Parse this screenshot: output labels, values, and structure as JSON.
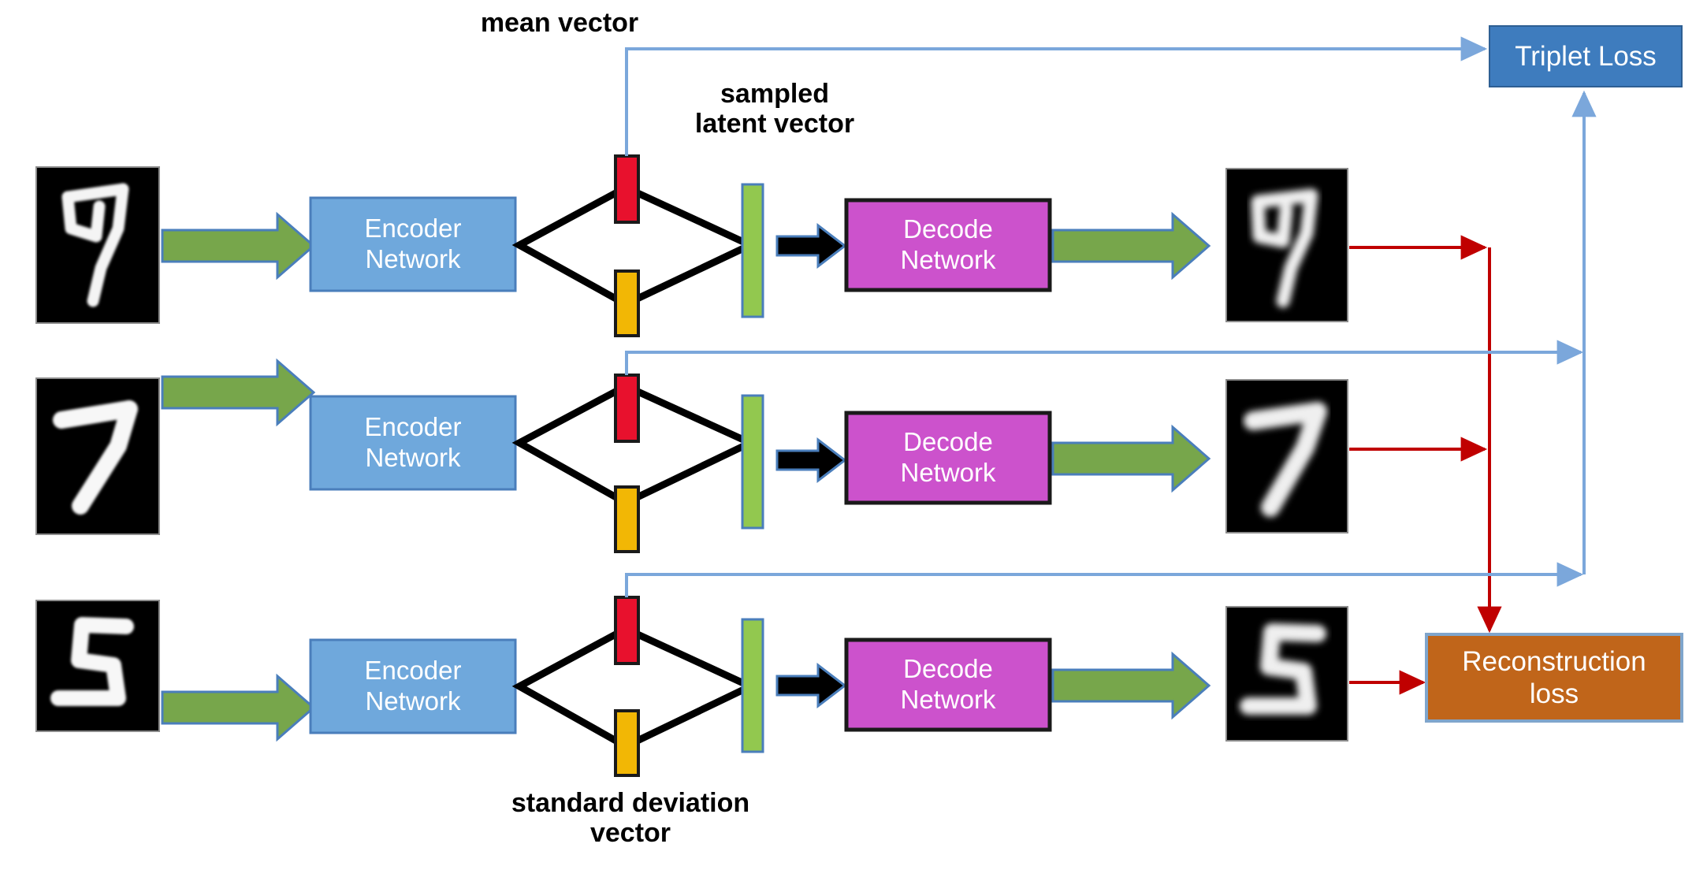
{
  "diagram": {
    "title": "Triplet-loss Variational Autoencoder architecture",
    "background": "#ffffff"
  },
  "colors": {
    "encoder_fill": "#6FA8DC",
    "encoder_stroke": "#4A7EBB",
    "decoder_fill": "#CC52CC",
    "decoder_stroke": "#1A1A1A",
    "mean_fill": "#E8112D",
    "mean_stroke": "#1A1A1A",
    "stddev_fill": "#F2B705",
    "stddev_stroke": "#1A1A1A",
    "latent_fill": "#92C84F",
    "latent_stroke": "#4A7EBB",
    "green_arrow_fill": "#77A64B",
    "green_arrow_stroke": "#4A7EBB",
    "black_arrow_fill": "#000000",
    "black_arrow_stroke": "#4A7EBB",
    "triplet_fill": "#3E7CBE",
    "triplet_stroke": "#2E5F93",
    "recon_fill": "#C0651A",
    "recon_stroke": "#7FA5CC",
    "triplet_line": "#7BA7DB",
    "recon_line": "#C00000",
    "diamond_stroke": "#000000",
    "image_bg": "#000000",
    "image_stroke": "#808080",
    "text_light": "#ffffff",
    "text_dark": "#000000"
  },
  "annotations": [
    {
      "id": "mean-vector",
      "text": "mean vector"
    },
    {
      "id": "sampled-latent-vector",
      "text": "sampled\nlatent vector"
    },
    {
      "id": "standard-deviation-vector",
      "text": "standard deviation\nvector"
    }
  ],
  "loss_nodes": [
    {
      "id": "triplet-loss",
      "label": "Triplet Loss"
    },
    {
      "id": "reconstruction-loss",
      "label": "Reconstruction\nloss"
    }
  ],
  "rows": [
    {
      "id": "row-anchor",
      "input_digit": "7",
      "input_digit_alt": "handwritten digit seven with curled top",
      "encoder_label": "Encoder\nNetwork",
      "mean_label": "mean vector",
      "stddev_label": "standard deviation vector",
      "latent_label": "sampled latent vector",
      "decoder_label": "Decode\nNetwork",
      "output_digit": "7",
      "output_digit_alt": "blurred reconstruction of seven"
    },
    {
      "id": "row-positive",
      "input_digit": "7",
      "input_digit_alt": "handwritten bold digit seven",
      "encoder_label": "Encoder\nNetwork",
      "mean_label": "mean vector",
      "stddev_label": "standard deviation vector",
      "latent_label": "sampled latent vector",
      "decoder_label": "Decode\nNetwork",
      "output_digit": "7",
      "output_digit_alt": "blurred reconstruction of bold seven"
    },
    {
      "id": "row-negative",
      "input_digit": "5",
      "input_digit_alt": "handwritten digit five",
      "encoder_label": "Encoder\nNetwork",
      "mean_label": "mean vector",
      "stddev_label": "standard deviation vector",
      "latent_label": "sampled latent vector",
      "decoder_label": "Decode\nNetwork",
      "output_digit": "5",
      "output_digit_alt": "blurred reconstruction of five"
    }
  ]
}
